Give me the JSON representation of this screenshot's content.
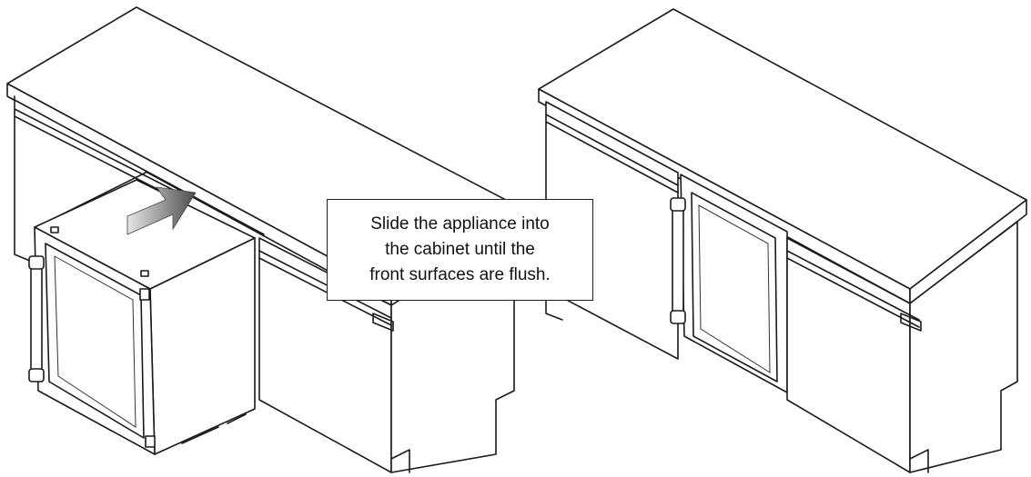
{
  "callout": {
    "lines": [
      "Slide the appliance into",
      "the cabinet until the",
      "front surfaces are flush."
    ]
  },
  "colors": {
    "line": "#1a1a1a",
    "arrow_light": "#d9d9d9",
    "arrow_dark": "#5a5a5a",
    "background": "#ffffff"
  }
}
